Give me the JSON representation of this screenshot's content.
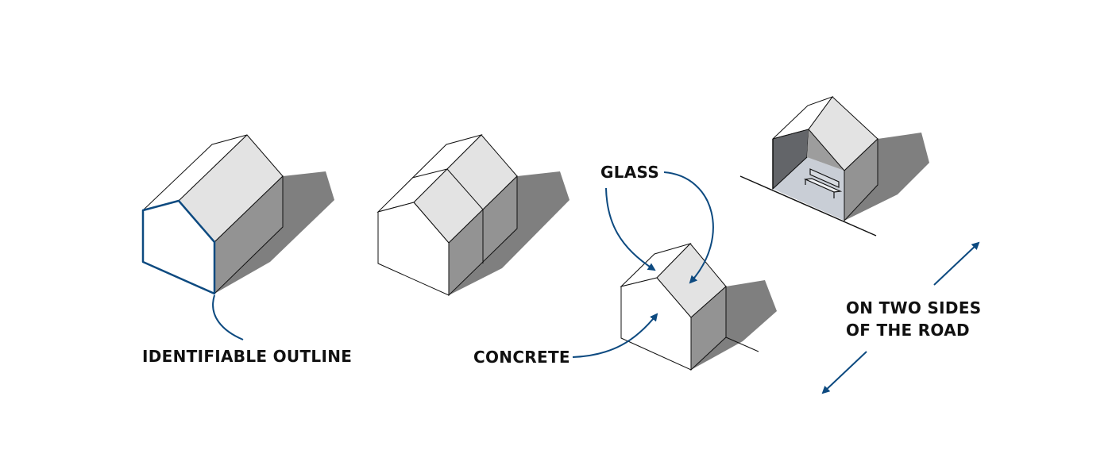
{
  "diagram": {
    "title": "",
    "colors": {
      "accent_blue": "#0d4a80",
      "outline": "#111111",
      "roof_glass": "#e3e3e3",
      "side_wall": "#939393",
      "shadow": "#7f7f7f",
      "interior_wall_dark": "#636569",
      "interior_wall_mid": "#9d9d9d",
      "floor": "#c9ced6",
      "front_wall": "#ffffff"
    },
    "figures": [
      {
        "name": "house-identifiable-outline",
        "description": "Gabled house volume with front gable outline highlighted in blue"
      },
      {
        "name": "house-split-volume",
        "description": "Gabled house divided into two segments"
      },
      {
        "name": "house-materials",
        "description": "Small gabled house with glass roof and concrete walls"
      },
      {
        "name": "roadside-shelter",
        "description": "Open-ended gabled shelter with bench beside a road"
      }
    ],
    "labels": {
      "outline": "IDENTIFIABLE OUTLINE",
      "glass": "GLASS",
      "concrete": "CONCRETE",
      "road_line1": "ON TWO SIDES",
      "road_line2": "OF THE ROAD"
    }
  }
}
